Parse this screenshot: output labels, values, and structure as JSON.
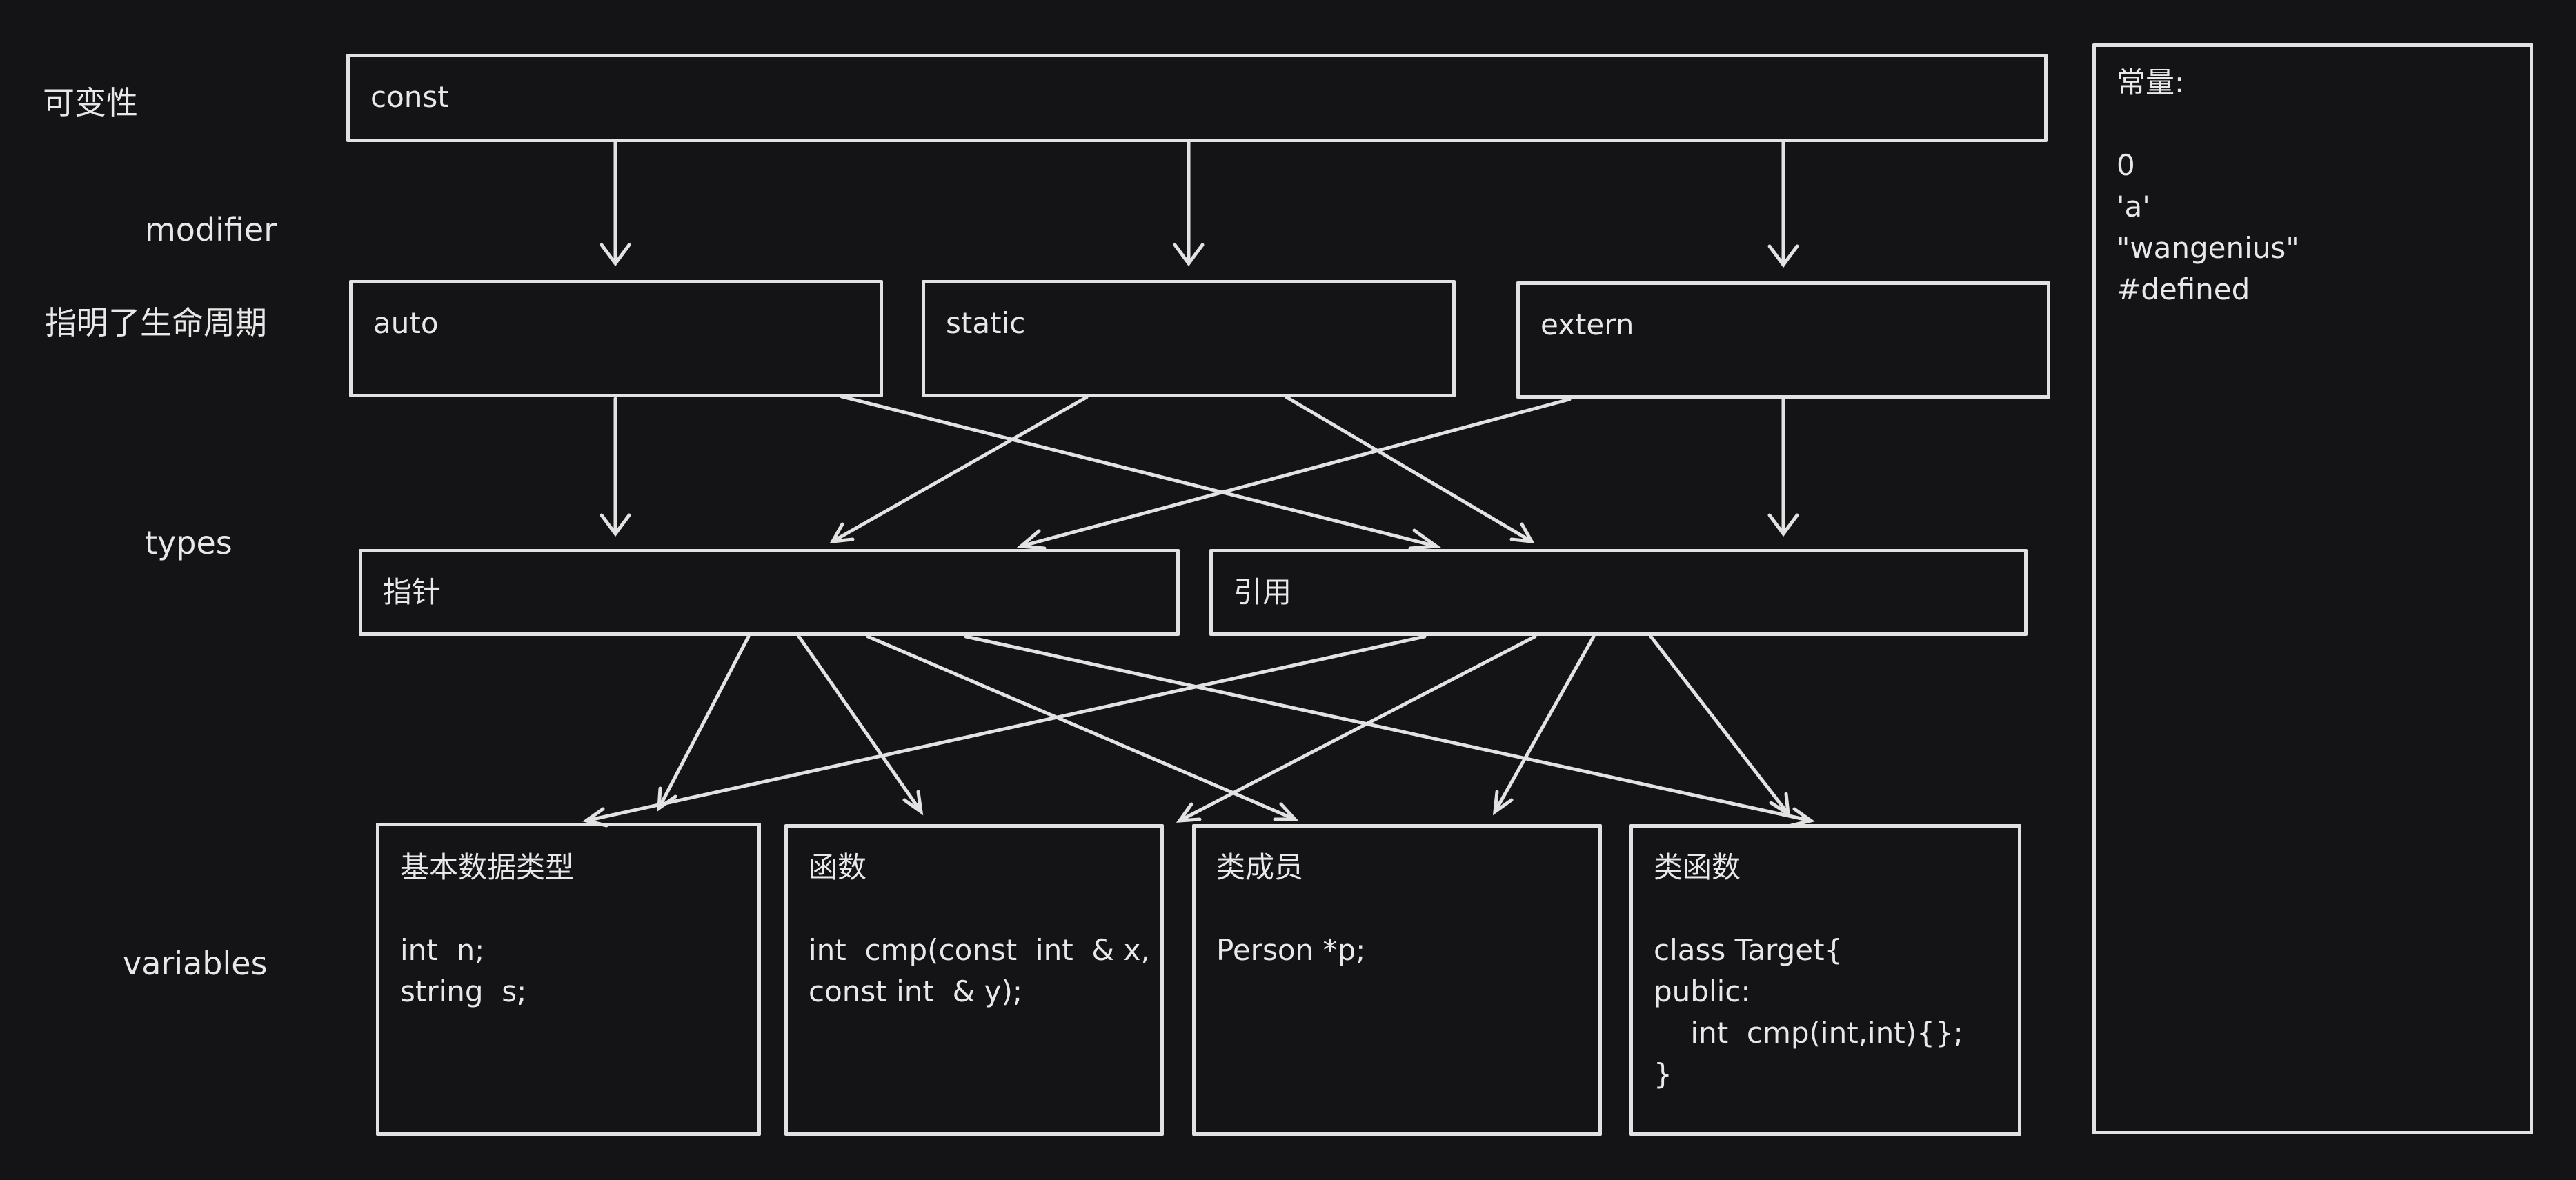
{
  "labels": {
    "mutability": "可变性",
    "modifier": "modifier",
    "lifecycle": "指明了生命周期",
    "types": "types",
    "variables": "variables"
  },
  "boxes": {
    "const": "const",
    "auto": "auto",
    "static": "static",
    "extern": "extern",
    "pointer": "指针",
    "reference": "引用",
    "basic_types": "基本数据类型\n\nint  n;\nstring  s;",
    "function": "函数\n\nint  cmp(const  int  & x,\nconst int  & y);",
    "class_member": "类成员\n\nPerson *p;",
    "class_function": "类函数\n\nclass Target{\npublic:\n    int  cmp(int,int){};\n}"
  },
  "constants_panel": {
    "text": "常量:\n\n0\n'a'\n\"wangenius\"\n#defined"
  },
  "colors": {
    "background": "#141416",
    "line": "#e2e2e2",
    "text": "#e8e8e8"
  }
}
